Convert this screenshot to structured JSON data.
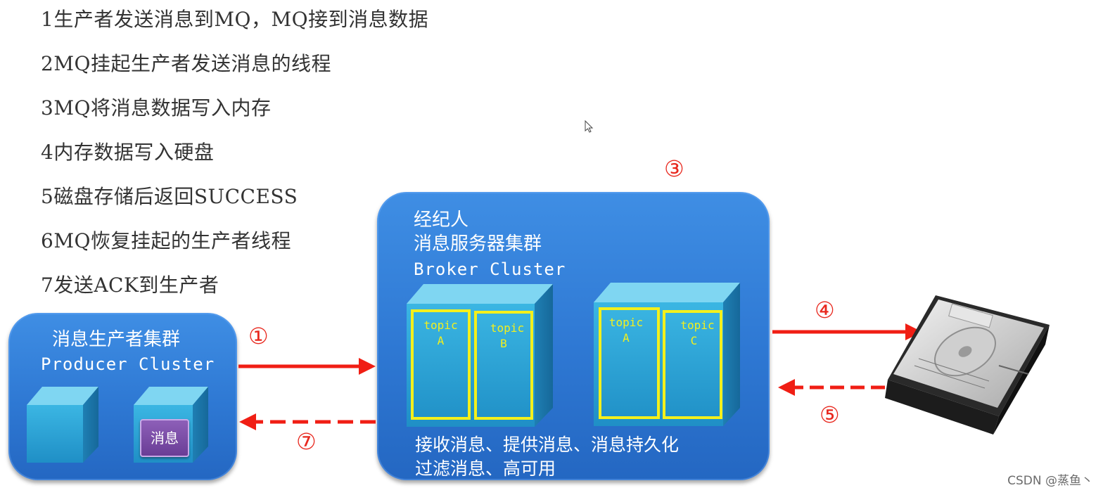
{
  "steps": [
    "1生产者发送消息到MQ，MQ接到消息数据",
    "2MQ挂起生产者发送消息的线程",
    "3MQ将消息数据写入内存",
    "4内存数据写入硬盘",
    "5磁盘存储后返回SUCCESS",
    "6MQ恢复挂起的生产者线程",
    "7发送ACK到生产者"
  ],
  "markers": {
    "m1": "①",
    "m3": "③",
    "m4": "④",
    "m5": "⑤",
    "m7": "⑦"
  },
  "producer": {
    "title_cn": "消息生产者集群",
    "title_en": "Producer Cluster",
    "message_label": "消息"
  },
  "broker": {
    "line1": "经纪人",
    "line2": "消息服务器集群",
    "line3": "Broker Cluster",
    "features1": "接收消息、提供消息、消息持久化",
    "features2": "过滤消息、高可用",
    "topics": [
      {
        "word": "topic",
        "letter": "A"
      },
      {
        "word": "topic",
        "letter": "B"
      },
      {
        "word": "topic",
        "letter": "A"
      },
      {
        "word": "topic",
        "letter": "C"
      }
    ]
  },
  "colors": {
    "arrow": "#f01e14",
    "panel": "#2e78d3",
    "cube_top": "#7fd6f2",
    "topic_border": "#f3f01c"
  },
  "watermark": "CSDN @蒸鱼丶"
}
